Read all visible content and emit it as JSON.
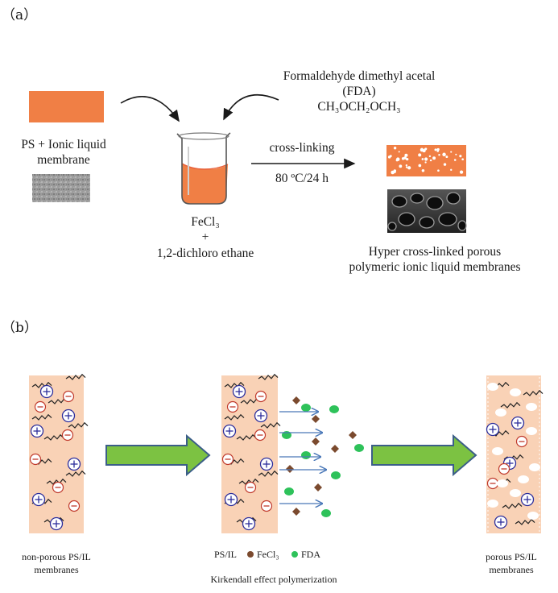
{
  "panel_a": {
    "label": "（a）",
    "reagent_name": "Formaldehyde dimethyl acetal",
    "reagent_abbrev": "(FDA)",
    "reagent_formula": "CH₃OCH₂OCH₃",
    "membrane_label_1": "PS + Ionic liquid",
    "membrane_label_2": "membrane",
    "catalyst_1": "FeCl₃",
    "catalyst_2": "+",
    "catalyst_3": "1,2-dichloro ethane",
    "arrow_label_top": "cross-linking",
    "arrow_label_bottom": "80 ºC/24 h",
    "product_1": "Hyper cross-linked porous",
    "product_2": "polymeric ionic liquid membranes"
  },
  "panel_b": {
    "label": "（b）",
    "left_caption_1": "non-porous PS/IL",
    "left_caption_2": "membranes",
    "legend_psil": "PS/IL",
    "legend_fecl3": "FeCl₃",
    "legend_fda": "FDA",
    "middle_caption": "Kirkendall effect polymerization",
    "right_caption_1": "porous PS/IL",
    "right_caption_2": "membranes"
  },
  "colors": {
    "orange": "#f07f45",
    "peach": "#f9d2b6",
    "fecl3_brown": "#7b4a2e",
    "fda_green": "#2ec25a",
    "arrow_green": "#7cc242",
    "arrow_outline": "#3b5e88",
    "cation_blue": "#2c2e9c",
    "anion_red": "#c0392b"
  }
}
